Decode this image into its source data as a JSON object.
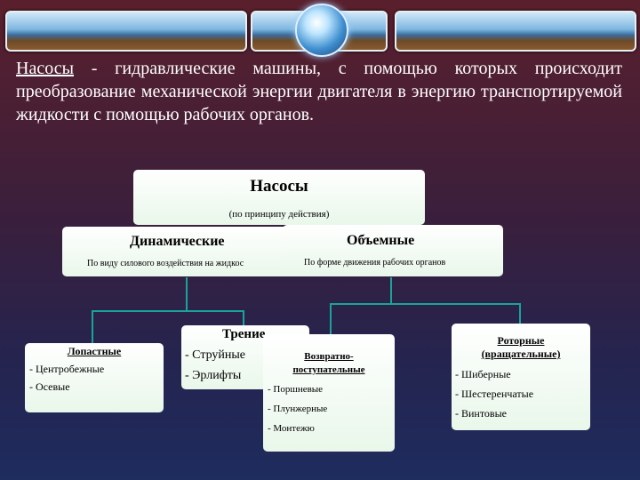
{
  "intro": {
    "term": "Насосы",
    "text": " - гидравлические машины, с помощью которых происходит преобразование механической энергии двигателя в энергию транспортируемой жидкости с помощью рабочих органов."
  },
  "root": {
    "title": "Насосы",
    "subtitle": "(по принципу действия)"
  },
  "dynamic": {
    "title": "Динамические",
    "subtitle": "По виду силового воздействия на жидкос"
  },
  "volumetric": {
    "title": "Объемные",
    "subtitle": "По форме движения рабочих органов"
  },
  "blade": {
    "title": "Лопастные",
    "items": [
      "- Центробежные",
      "- Осевые"
    ]
  },
  "friction": {
    "title": "Трение",
    "items": [
      "- Струйные",
      "- Эрлифты"
    ]
  },
  "reciprocating": {
    "title_line1": "Возвратно-",
    "title_line2": "поступательные",
    "items": [
      "- Поршневые",
      "- Плунжерные",
      "- Монтежю"
    ]
  },
  "rotary": {
    "title_line1": "Роторные",
    "title_line2": "(вращательные)",
    "items": [
      "- Шиберные",
      "- Шестеренчатые",
      "- Винтовые"
    ]
  },
  "colors": {
    "line": "#1aa39a",
    "text_intro": "#ffffff"
  }
}
